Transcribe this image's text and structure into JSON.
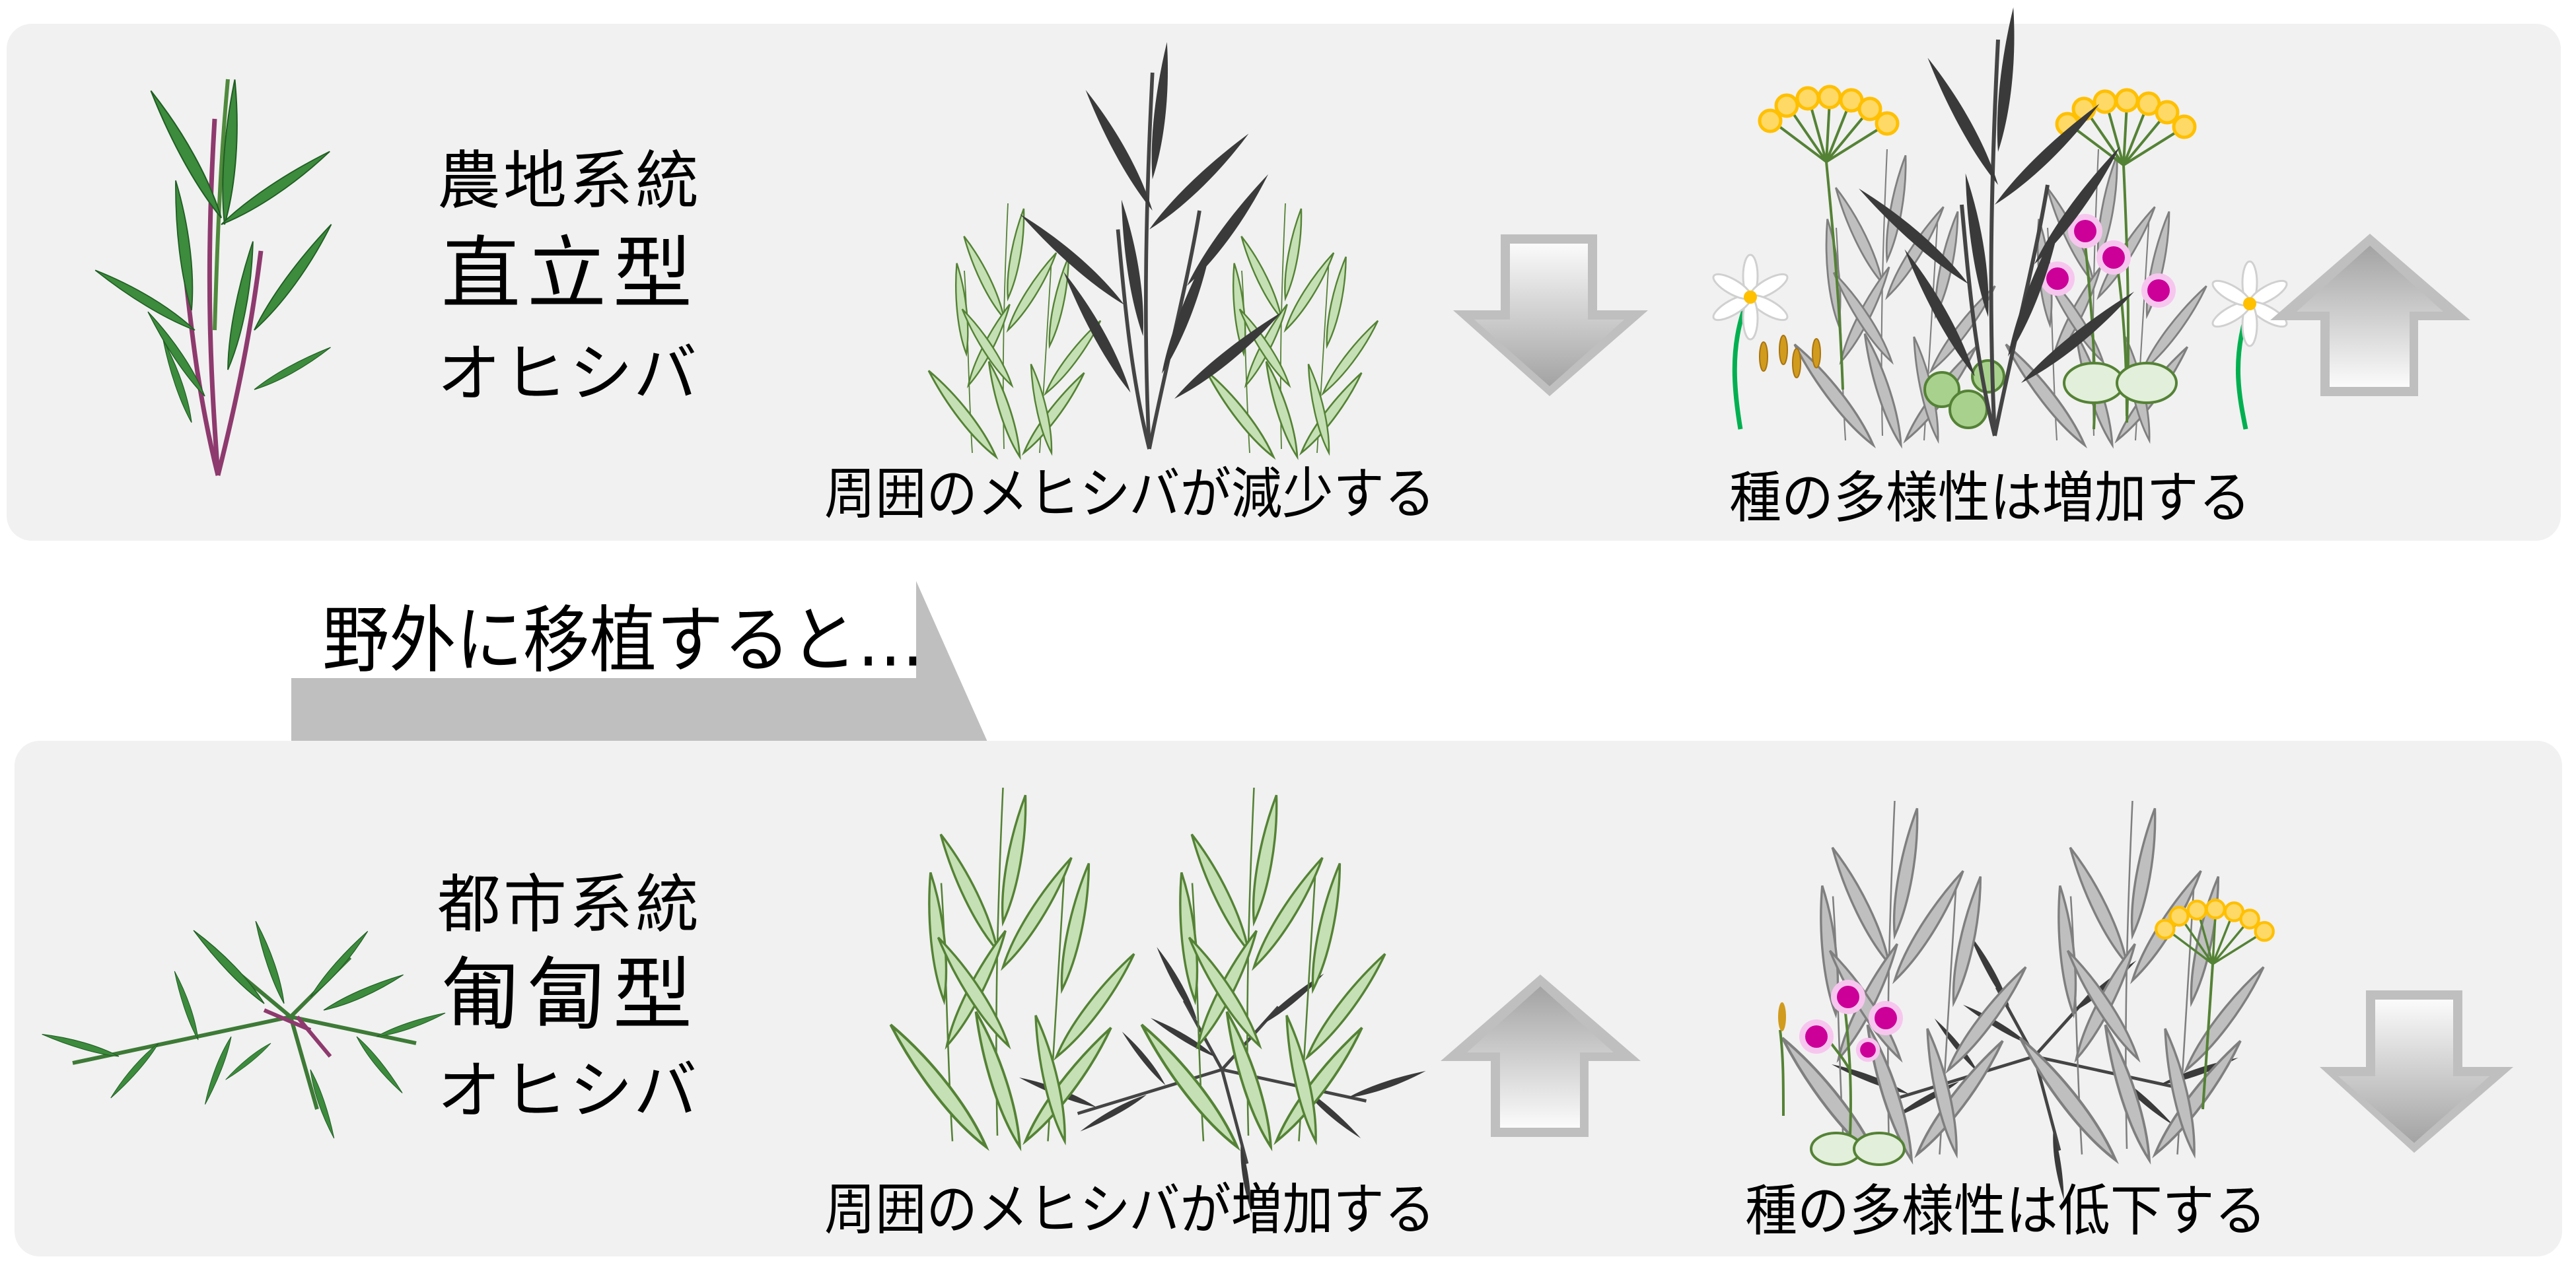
{
  "top_row": {
    "lineage": "農地系統",
    "form": "直立型",
    "species": "オヒシバ",
    "effect_neighbors": "周囲のメヒシバが減少する",
    "effect_neighbors_direction": "down-arrow-icon",
    "effect_diversity": "種の多様性は増加する",
    "effect_diversity_direction": "up-arrow-icon"
  },
  "transition": {
    "label": "野外に移植すると…"
  },
  "bottom_row": {
    "lineage": "都市系統",
    "form": "匍匐型",
    "species": "オヒシバ",
    "effect_neighbors": "周囲のメヒシバが増加する",
    "effect_neighbors_direction": "up-arrow-icon",
    "effect_diversity": "種の多様性は低下する",
    "effect_diversity_direction": "down-arrow-icon"
  },
  "colors": {
    "panel_bg": "#f1f1f1",
    "arrow_fill": "#bfbfbf",
    "crabgrass_fill": "#c5e0b4",
    "crabgrass_stroke": "#548235",
    "other_plant_fill": "#bfbfbf",
    "other_plant_stroke": "#7f7f7f",
    "goosegrass_green": "#2e7d32",
    "goosegrass_stem": "#8e3a6e",
    "flower_yellow": "#ffc000",
    "flower_pink": "#cc0099"
  }
}
